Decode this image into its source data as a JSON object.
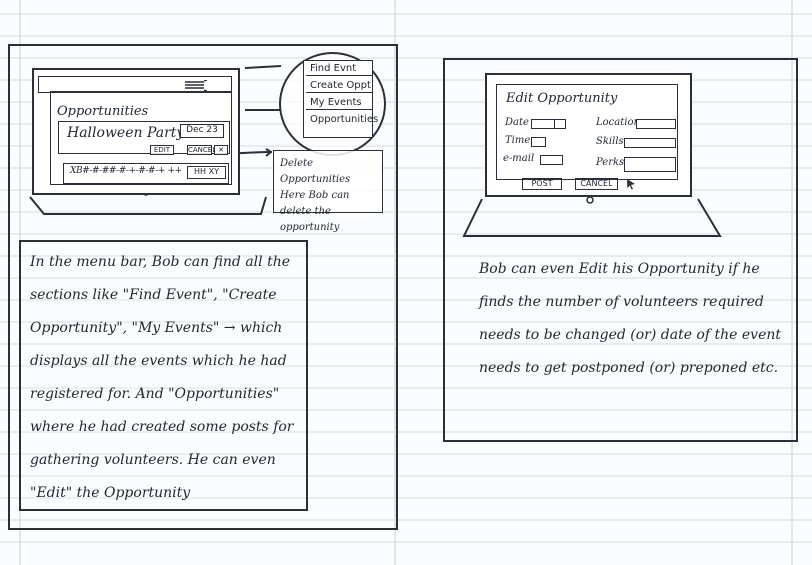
{
  "left": {
    "screen": {
      "heading": "Opportunities",
      "events": [
        {
          "title": "Halloween Party",
          "date": "Dec 23",
          "actions": [
            "EDIT",
            "CANCEL",
            "✕"
          ]
        },
        {
          "title": "XB#-#-##-#-+-#-#-+ ++",
          "date": "HH XY"
        }
      ],
      "dropdown": [
        "Find Evnt",
        "Create Oppt",
        "My Events",
        "Opportunities"
      ]
    },
    "callout_note": "Delete Opportunities Here Bob can delete the opportunity",
    "description": "In the menu bar, Bob can find all the sections like \"Find Event\", \"Create Opportunity\", \"My Events\" → which displays all the events which he had registered for. And \"Opportunities\" where he had created some posts for gathering volunteers. He can even \"Edit\" the Opportunity"
  },
  "right": {
    "screen": {
      "title": "Edit Opportunity",
      "fields": {
        "date": "Date",
        "time": "Time",
        "email": "e-mail",
        "location": "Location",
        "skills": "Skills",
        "perks": "Perks"
      },
      "buttons": {
        "post": "POST",
        "cancel": "CANCEL"
      }
    },
    "description": "Bob can even Edit his Opportunity if he finds the number of volunteers required needs to be changed (or) date of the event needs to get postponed (or) preponed etc."
  },
  "icons": {
    "menu": "menu-lines-icon",
    "cursor": "mouse-pointer-icon",
    "delete": "delete-x-icon"
  }
}
